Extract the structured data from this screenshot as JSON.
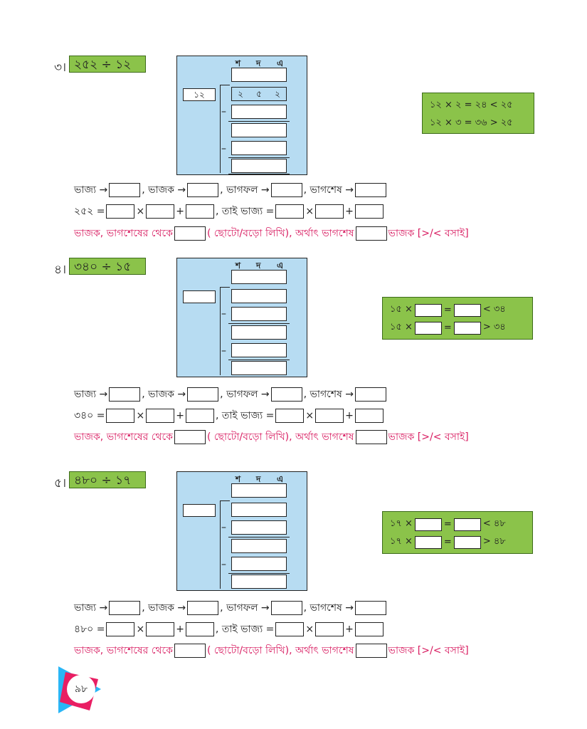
{
  "place_value_headers": [
    "শ",
    "দ",
    "এ"
  ],
  "problems": [
    {
      "number": "৩।",
      "expression": "২৫২ ÷ ১২",
      "divisor": "১২",
      "dividend_digits": [
        "২",
        "৫",
        "২"
      ],
      "hints": [
        "১২ × ২ = ২৪ < ২৫",
        "১২ × ৩ = ৩৬ > ২৫"
      ],
      "dividend_label": "২৫২ ="
    },
    {
      "number": "৪।",
      "expression": "৩৪০ ÷ ১৫",
      "divisor": "",
      "dividend_digits": [
        "",
        "",
        ""
      ],
      "hints": [
        {
          "a": "১৫ ×",
          "op": "=",
          "tail": "< ৩৪"
        },
        {
          "a": "১৫ ×",
          "op": "=",
          "tail": "> ৩৪"
        }
      ],
      "dividend_label": "৩৪০ ="
    },
    {
      "number": "৫।",
      "expression": "৪৮০ ÷ ১৭",
      "divisor": "",
      "dividend_digits": [
        "",
        "",
        ""
      ],
      "hints": [
        {
          "a": "১৭ ×",
          "op": "=",
          "tail": "< ৪৮"
        },
        {
          "a": "১৭ ×",
          "op": "=",
          "tail": "> ৪৮"
        }
      ],
      "dividend_label": "৪৮০ ="
    }
  ],
  "labels": {
    "dividend": "ভাজ্য →",
    "divisor": ", ভাজক →",
    "quotient": ", ভাগফল →",
    "remainder": ", ভাগশেষ →",
    "times": "×",
    "plus": "+",
    "so_dividend": ", তাই ভাজ্য =",
    "compare_a": "ভাজক, ভাগশেষের থেকে",
    "compare_b": "( ছোটো/বড়ো লিখি), অর্থাৎ ভাগশেষ",
    "compare_c": "ভাজক [>/< বসাই]",
    "minus": "–"
  },
  "page_number": "৯৮",
  "colors": {
    "green": "#8bc34a",
    "blue": "#b7dcf2",
    "pink": "#d81b60"
  }
}
